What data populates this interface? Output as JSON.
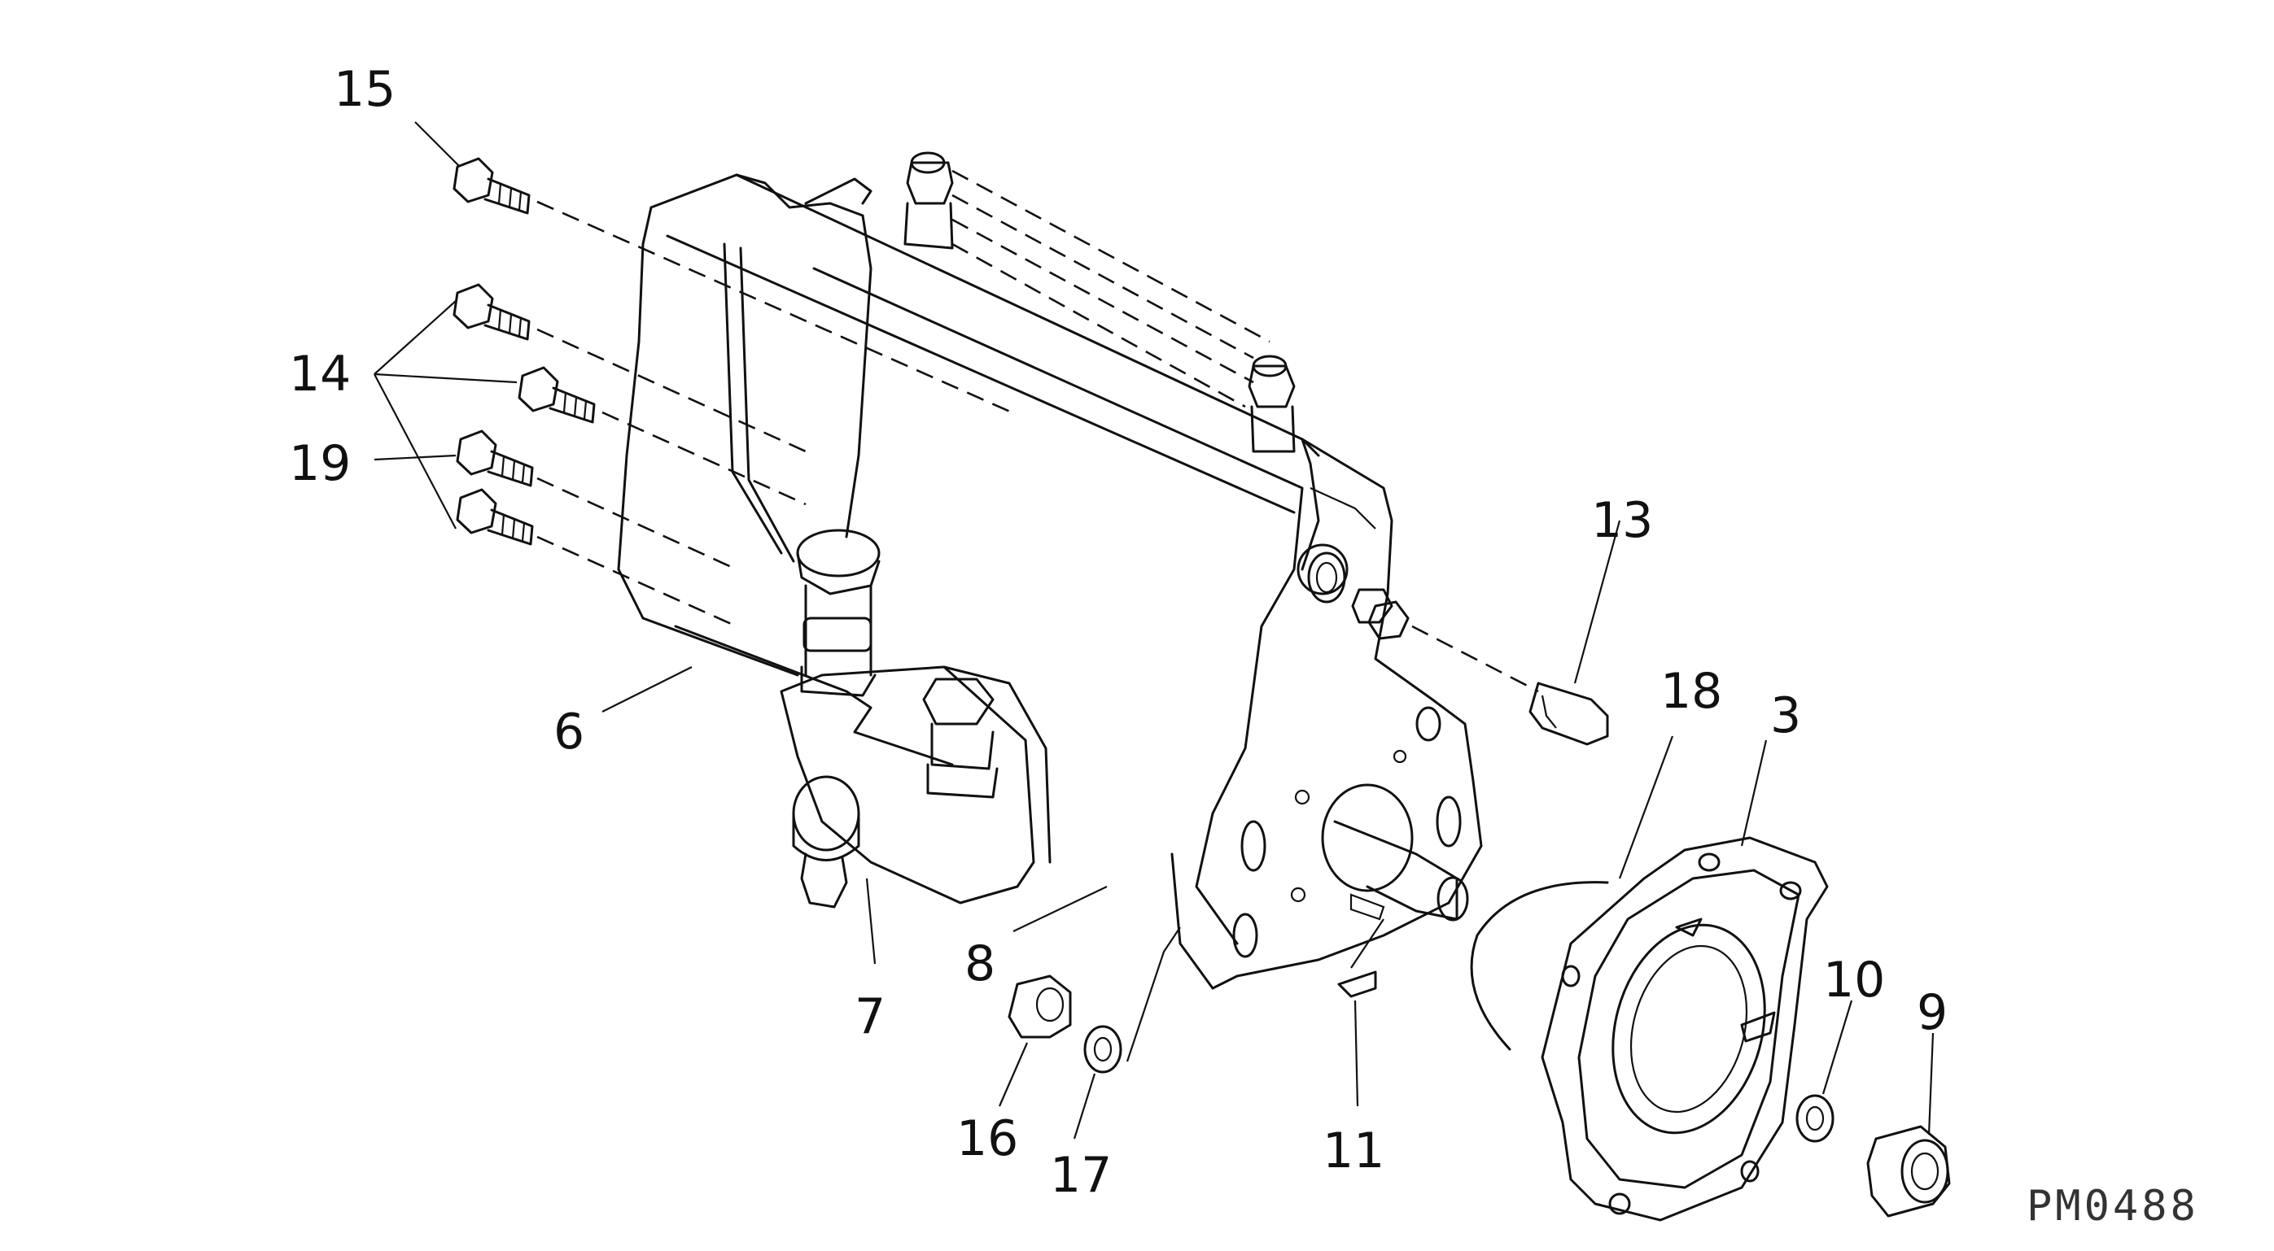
{
  "diagram": {
    "callouts": [
      {
        "id": "c15",
        "text": "15"
      },
      {
        "id": "c14",
        "text": "14"
      },
      {
        "id": "c19",
        "text": "19"
      },
      {
        "id": "c6",
        "text": "6"
      },
      {
        "id": "c7",
        "text": "7"
      },
      {
        "id": "c8",
        "text": "8"
      },
      {
        "id": "c16",
        "text": "16"
      },
      {
        "id": "c17",
        "text": "17"
      },
      {
        "id": "c11",
        "text": "11"
      },
      {
        "id": "c13",
        "text": "13"
      },
      {
        "id": "c18",
        "text": "18"
      },
      {
        "id": "c3",
        "text": "3"
      },
      {
        "id": "c10",
        "text": "10"
      },
      {
        "id": "c9",
        "text": "9"
      }
    ],
    "figure_code": "PM0488"
  }
}
